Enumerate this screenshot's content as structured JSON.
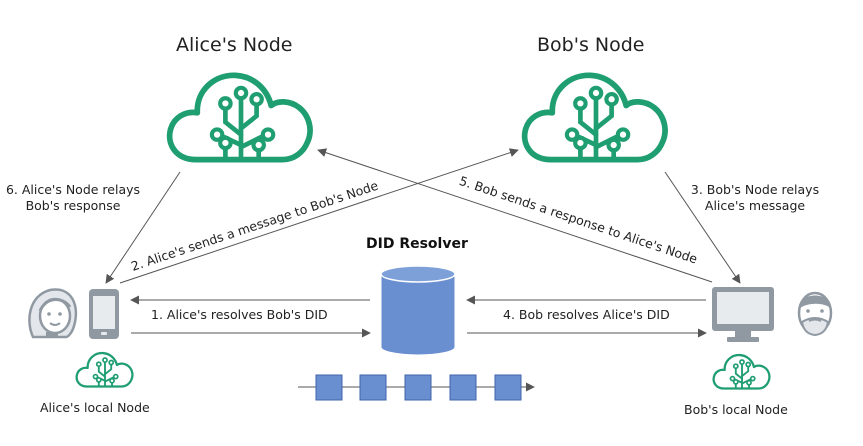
{
  "nodes": {
    "alice_title": "Alice's Node",
    "bob_title": "Bob's Node",
    "alice_local": "Alice's local Node",
    "bob_local": "Bob's local Node"
  },
  "resolver": {
    "title": "DID Resolver"
  },
  "steps": {
    "step1": "1. Alice's resolves Bob's DID",
    "step2": "2. Alice's sends a message to Bob's Node",
    "step3_line1": "3. Bob's Node relays",
    "step3_line2": "Alice's message",
    "step4": "4. Bob resolves Alice's DID",
    "step5": "5. Bob sends a response to Alice's Node",
    "step6_line1": "6. Alice's Node relays",
    "step6_line2": "Bob's response"
  },
  "colors": {
    "cloud_green": "#1f9e72",
    "resolver_blue": "#6a8fd0",
    "device_gray": "#9099a2",
    "arrow_gray": "#555555"
  },
  "icons": {
    "alice_node": "cloud-network-icon",
    "bob_node": "cloud-network-icon",
    "alice_person": "woman-avatar-icon",
    "bob_person": "man-avatar-icon",
    "alice_device": "smartphone-icon",
    "bob_device": "desktop-monitor-icon",
    "resolver": "database-cylinder-icon",
    "ledger": "blockchain-icon"
  }
}
